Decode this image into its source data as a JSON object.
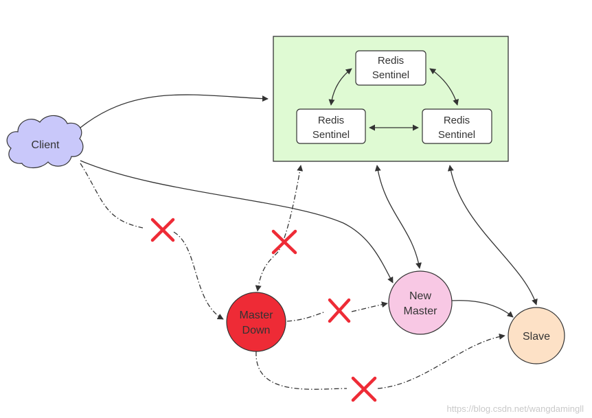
{
  "nodes": {
    "client": {
      "label": "Client",
      "fill": "#c9c8fa"
    },
    "sentinel_top": {
      "line1": "Redis",
      "line2": "Sentinel"
    },
    "sentinel_left": {
      "line1": "Redis",
      "line2": "Sentinel"
    },
    "sentinel_right": {
      "line1": "Redis",
      "line2": "Sentinel"
    },
    "master_down": {
      "line1": "Master",
      "line2": "Down",
      "fill": "#ee2b36"
    },
    "new_master": {
      "line1": "New",
      "line2": "Master",
      "fill": "#f8c8e4"
    },
    "slave": {
      "label": "Slave",
      "fill": "#fde1c6"
    }
  },
  "colors": {
    "sentinel_group_fill": "#dffad3",
    "cross": "#ee2b36",
    "edge": "#333333"
  },
  "watermark": "https://blog.csdn.net/wangdamingll"
}
